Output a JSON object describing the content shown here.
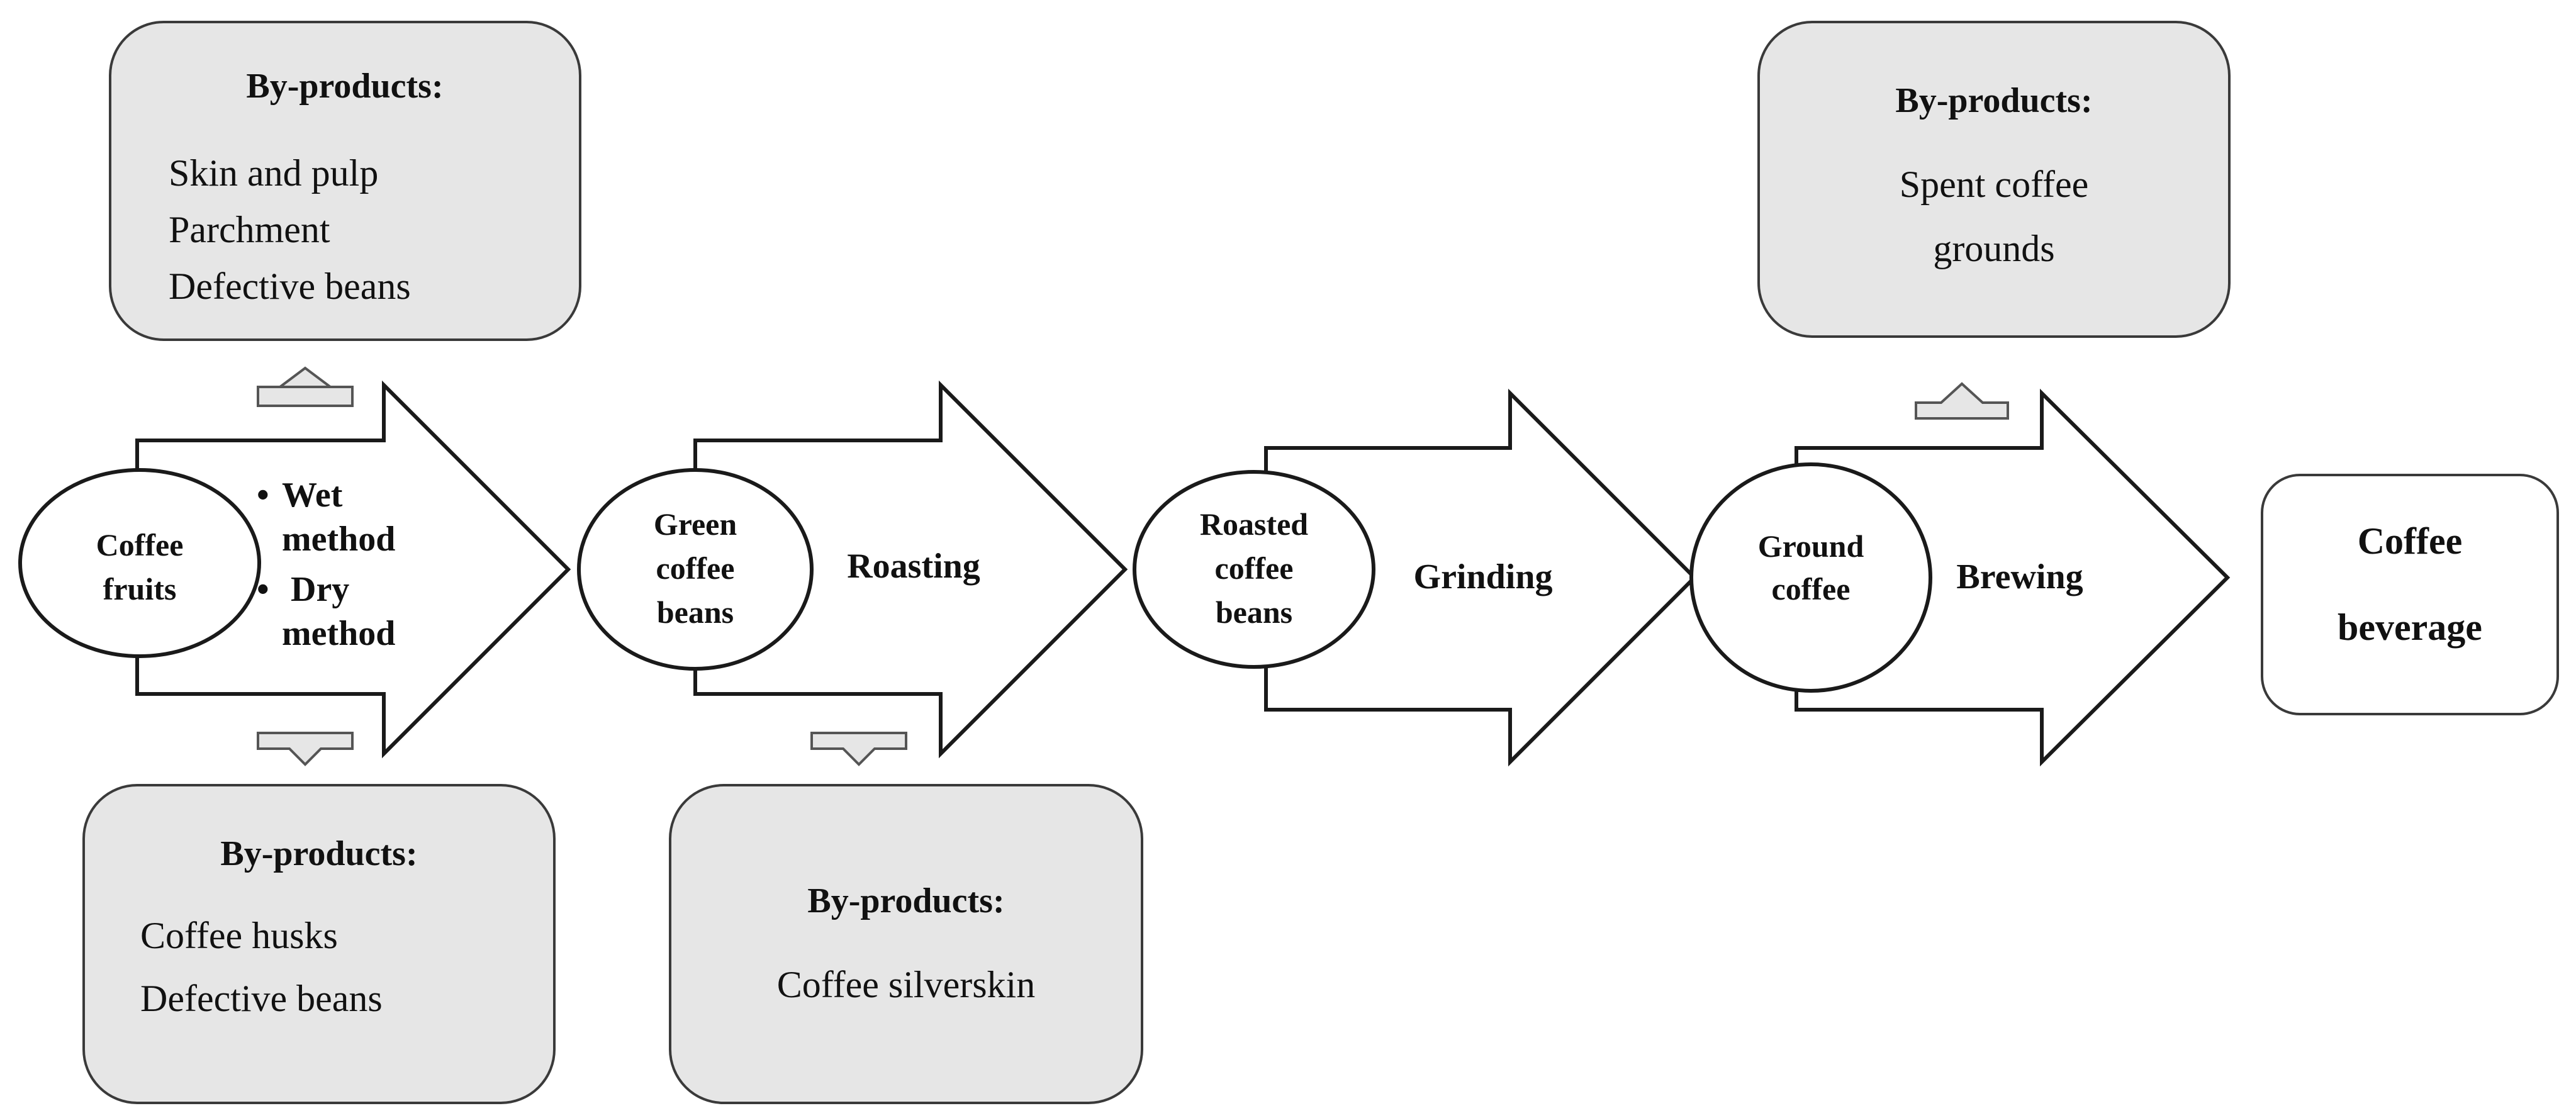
{
  "nodes": {
    "coffee_fruits": [
      "Coffee",
      "fruits"
    ],
    "green_coffee_beans": [
      "Green",
      "coffee",
      "beans"
    ],
    "roasted_coffee_beans": [
      "Roasted",
      "coffee",
      "beans"
    ],
    "ground_coffee": [
      "Ground",
      "coffee"
    ],
    "coffee_beverage": [
      "Coffee",
      "beverage"
    ]
  },
  "steps": {
    "processing": {
      "methods": [
        {
          "bullet": "•",
          "lines": [
            "Wet",
            "method"
          ]
        },
        {
          "bullet": "•",
          "lines": [
            "Dry",
            "method"
          ]
        }
      ]
    },
    "roasting": "Roasting",
    "grinding": "Grinding",
    "brewing": "Brewing"
  },
  "byproducts": {
    "wet_method": {
      "heading": "By-products:",
      "items": [
        "Skin and pulp",
        "Parchment",
        "Defective beans"
      ]
    },
    "dry_method": {
      "heading": "By-products:",
      "items": [
        "Coffee husks",
        "Defective beans"
      ]
    },
    "roasting": {
      "heading": "By-products:",
      "items": [
        "Coffee silverskin"
      ]
    },
    "brewing": {
      "heading": "By-products:",
      "items": [
        "Spent coffee",
        "grounds"
      ]
    }
  }
}
